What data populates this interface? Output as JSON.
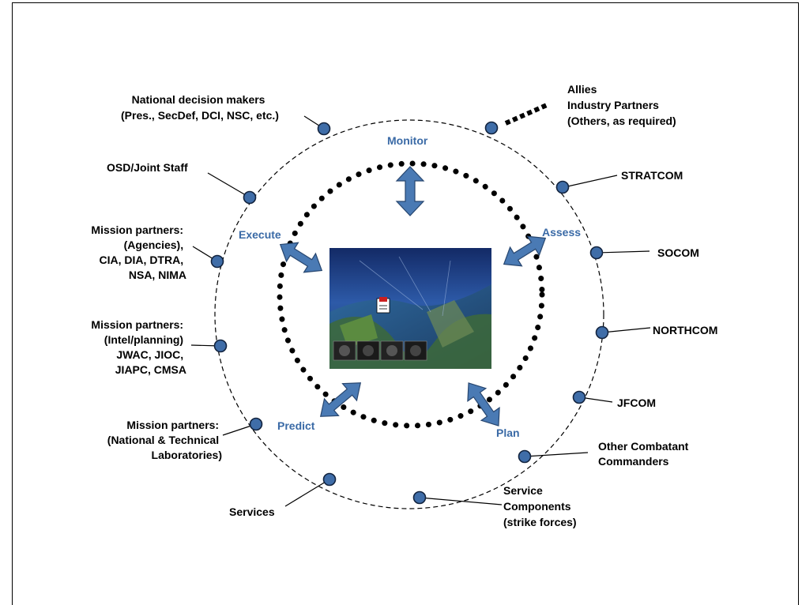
{
  "cycle_phases": {
    "monitor": "Monitor",
    "assess": "Assess",
    "plan": "Plan",
    "predict": "Predict",
    "execute": "Execute"
  },
  "partners": {
    "national_decision_makers": [
      "National decision makers",
      "(Pres., SecDef, DCI, NSC, etc.)"
    ],
    "allies": [
      "Allies",
      "Industry Partners",
      "(Others, as required)"
    ],
    "osd_joint_staff": [
      "OSD/Joint Staff"
    ],
    "stratcom": [
      "STRATCOM"
    ],
    "mission_partners_agencies": [
      "Mission partners:",
      "(Agencies),",
      "CIA, DIA, DTRA,",
      "NSA, NIMA"
    ],
    "socom": [
      "SOCOM"
    ],
    "mission_partners_intel": [
      "Mission partners:",
      "(Intel/planning)",
      "JWAC, JIOC,",
      "JIAPC, CMSA"
    ],
    "northcom": [
      "NORTHCOM"
    ],
    "jfcom": [
      "JFCOM"
    ],
    "mission_partners_labs": [
      "Mission partners:",
      "(National & Technical",
      "Laboratories)"
    ],
    "other_combatant_commanders": [
      "Other Combatant",
      "Commanders"
    ],
    "services": [
      "Services"
    ],
    "service_components": [
      "Service",
      "Components",
      "(strike forces)"
    ]
  },
  "center_image": {
    "icon": "operations-picture",
    "colors": {
      "sky": "#1f3f86",
      "land": "#3d6a3a",
      "arrows": "#4a7ab4",
      "phase_text": "#3a6aa6",
      "nodes": "#3f6da8"
    }
  }
}
